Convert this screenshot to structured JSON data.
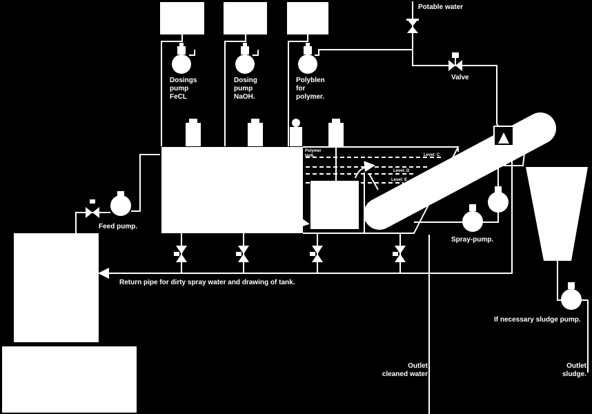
{
  "colors": {
    "background": "#000000",
    "lines": "#ffffff",
    "equipment": "#ffffff"
  },
  "labels": {
    "potable_water": "Potable water",
    "valve": "Valve",
    "dosing_fecl": [
      "Dosings",
      "pump",
      "FeCL"
    ],
    "dosing_naoh": [
      "Dosing",
      "pump",
      "NaOH."
    ],
    "polyblen": [
      "Polyblen",
      "for",
      "polymer."
    ],
    "polymer_tank": [
      "Polymer",
      "tank."
    ],
    "level_c": "Level: C",
    "level_d": "Level: D",
    "level_e": "Level: E",
    "feed_pump": "Feed pump.",
    "spray_pump": "Spray-pump.",
    "return_pipe": "Return pipe for dirty spray water and drawing of tank.",
    "sludge_pump": "If necessary sludge pump.",
    "outlet_cleaned_water": [
      "Outlet",
      "cleaned water"
    ],
    "outlet_sludge": [
      "Outlet",
      "sludge."
    ]
  },
  "icons": [
    "pump-icon",
    "gate-valve-icon",
    "mixer-motor-icon",
    "flow-arrow-icon"
  ]
}
